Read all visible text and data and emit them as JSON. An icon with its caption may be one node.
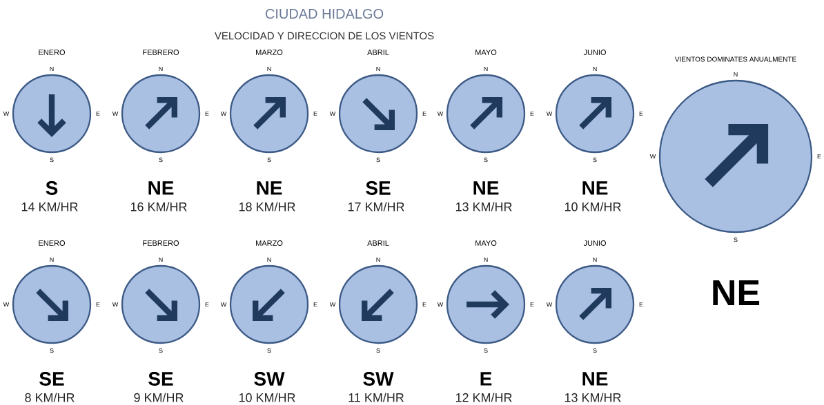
{
  "diagram": {
    "title": "CIUDAD HIDALGO",
    "nodes": [
      {
        "text": [
          "ENERO"
        ],
        "beside": [
          "N",
          "W",
          "E",
          "S",
          "S",
          "14 KM/HR"
        ]
      },
      {
        "text": [
          "FEBRERO"
        ],
        "beside": [
          "N",
          "W",
          "E",
          "S",
          "NE",
          "16 KM/HR"
        ]
      },
      {
        "text": [
          "MARZO"
        ],
        "beside": [
          "N",
          "W",
          "E",
          "S",
          "NE",
          "18 KM/HR"
        ]
      },
      {
        "text": [
          "ABRIL"
        ],
        "beside": [
          "N",
          "W",
          "E",
          "S",
          "SE",
          "17 KM/HR"
        ]
      },
      {
        "text": [
          "MAYO"
        ],
        "beside": [
          "N",
          "W",
          "E",
          "S",
          "NE",
          "13 KM/HR"
        ]
      },
      {
        "text": [
          "JUNIO"
        ],
        "beside": [
          "N",
          "W",
          "E",
          "S",
          "NE",
          "10 KM/HR"
        ]
      },
      {
        "text": [
          "VIENTOS DOMINATES ANUALMENTE"
        ],
        "beside": [
          "N",
          "W",
          "E",
          "S",
          "NE"
        ]
      },
      {
        "text": [
          "ENERO"
        ],
        "beside": [
          "N",
          "W",
          "E",
          "S",
          "SE",
          "8 KM/HR"
        ]
      },
      {
        "text": [
          "FEBRERO"
        ],
        "beside": [
          "N",
          "W",
          "E",
          "S",
          "SE",
          "9 KM/HR"
        ]
      },
      {
        "text": [
          "MARZO"
        ],
        "beside": [
          "N",
          "W",
          "E",
          "S",
          "SW",
          "10 KM/HR"
        ]
      },
      {
        "text": [
          "ABRIL"
        ],
        "beside": [
          "N",
          "W",
          "E",
          "S",
          "SW",
          "11 KM/HR"
        ]
      },
      {
        "text": [
          "MAYO"
        ],
        "beside": [
          "N",
          "W",
          "E",
          "S",
          "E",
          "12 KM/HR"
        ]
      },
      {
        "text": [
          "JUNIO"
        ],
        "beside": [
          "N",
          "W",
          "E",
          "S",
          "NE",
          "13 KM/HR"
        ]
      }
    ],
    "labels": [
      "VELOCIDAD Y DIRECCION DE LOS VIENTOS"
    ]
  }
}
